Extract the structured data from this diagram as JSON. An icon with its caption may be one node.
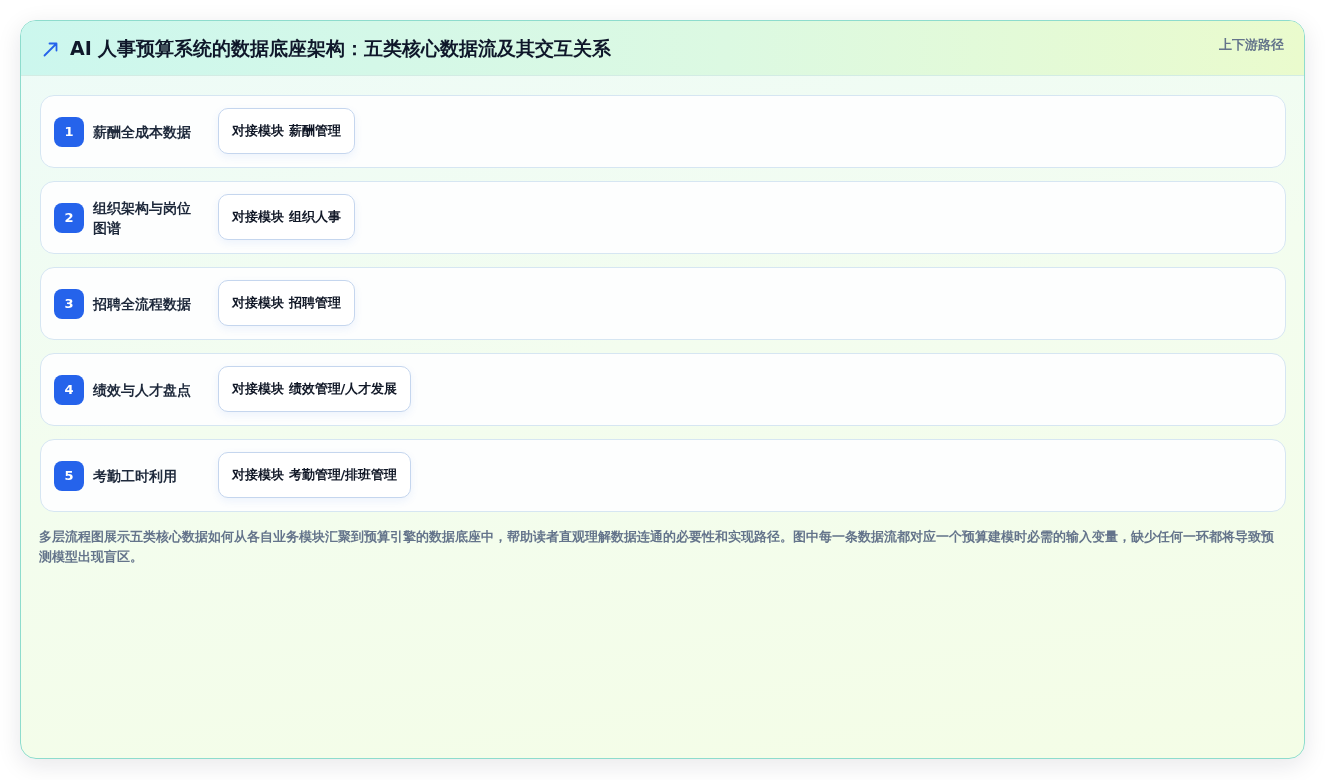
{
  "diagram": {
    "title": "AI 人事预算系统的数据底座架构：五类核心数据流及其交互关系",
    "nodes": [
      {
        "text": [
          "薪酬全成本数据"
        ]
      },
      {
        "text": [
          "1"
        ],
        "in": 0
      },
      {
        "text": [
          "对接模块 薪酬管理"
        ],
        "in": 0
      },
      {
        "text": [
          "组织架构与岗位图谱"
        ]
      },
      {
        "text": [
          "2"
        ],
        "in": 3
      },
      {
        "text": [
          "对接模块 组织人事"
        ],
        "in": 3
      },
      {
        "text": [
          "招聘全流程数据"
        ]
      },
      {
        "text": [
          "3"
        ],
        "in": 6
      },
      {
        "text": [
          "对接模块 招聘管理"
        ],
        "in": 6
      },
      {
        "text": [
          "绩效与人才盘点"
        ]
      },
      {
        "text": [
          "4"
        ],
        "in": 9
      },
      {
        "text": [
          "对接模块 绩效管理/人才发展"
        ],
        "in": 9
      },
      {
        "text": [
          "考勤工时利用"
        ]
      },
      {
        "text": [
          "5"
        ],
        "in": 12
      },
      {
        "text": [
          "对接模块 考勤管理/排班管理"
        ],
        "in": 12
      }
    ],
    "labels": [
      "上下游路径"
    ],
    "caption": "多层流程图展示五类核心数据如何从各自业务模块汇聚到预算引擎的数据底座中，帮助读者直观理解数据连通的必要性和实现路径。图中每一条数据流都对应一个预算建模时必需的输入变量，缺少任何一环都将导致预测模型出现盲区。"
  }
}
